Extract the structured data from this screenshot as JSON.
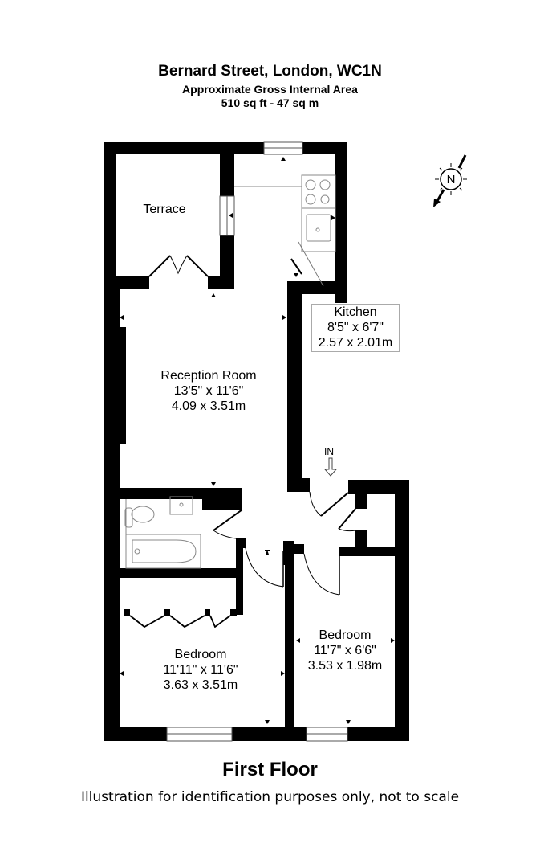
{
  "header": {
    "title": "Bernard Street, London, WC1N",
    "subtitle": "Approximate Gross Internal Area",
    "area": "510 sq ft - 47 sq m"
  },
  "compass": {
    "label": "N"
  },
  "rooms": {
    "terrace": {
      "name": "Terrace"
    },
    "kitchen": {
      "name": "Kitchen",
      "imperial": "8'5\" x 6'7\"",
      "metric": "2.57 x 2.01m"
    },
    "reception": {
      "name": "Reception Room",
      "imperial": "13'5\" x 11'6\"",
      "metric": "4.09 x 3.51m"
    },
    "bedroom1": {
      "name": "Bedroom",
      "imperial": "11'11\" x 11'6\"",
      "metric": "3.63 x 3.51m"
    },
    "bedroom2": {
      "name": "Bedroom",
      "imperial": "11'7\" x 6'6\"",
      "metric": "3.53 x 1.98m"
    }
  },
  "entrance": {
    "label": "IN"
  },
  "footer": {
    "floor": "First Floor",
    "disclaimer": "Illustration for identification purposes only, not to scale"
  },
  "colors": {
    "wall": "#000000",
    "fixture": "#999999",
    "background": "#ffffff"
  }
}
